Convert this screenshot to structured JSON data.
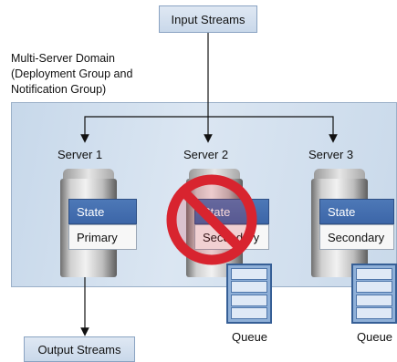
{
  "input_box": {
    "label": "Input Streams"
  },
  "output_box": {
    "label": "Output Streams"
  },
  "domain": {
    "label_lines": [
      "Multi-Server Domain",
      "(Deployment Group and",
      "Notification Group)"
    ]
  },
  "servers": [
    {
      "name": "Server 1",
      "state_label": "State",
      "role_label": "Primary"
    },
    {
      "name": "Server 2",
      "state_label": "State",
      "role_label": "Secondary",
      "status": "failed"
    },
    {
      "name": "Server 3",
      "state_label": "State",
      "role_label": "Secondary"
    }
  ],
  "queues": [
    {
      "label": "Queue"
    },
    {
      "label": "Queue"
    }
  ],
  "colors": {
    "domain_fill": "#d3e1ef",
    "state_fill": "#3f6aad",
    "prohibition_red": "#d8242f"
  }
}
